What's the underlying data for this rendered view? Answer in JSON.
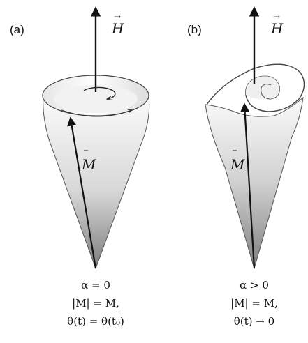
{
  "panel_a": {
    "label": "(a)",
    "field_label": "H",
    "moment_label": "M",
    "conditions": [
      "α = 0",
      "|M| = M,",
      "θ(t) = θ(t₀)"
    ]
  },
  "panel_b": {
    "label": "(b)",
    "field_label": "H",
    "moment_label": "M",
    "conditions": [
      "α > 0",
      "|M| = M,",
      "θ(t) → 0"
    ]
  },
  "colors": {
    "ink": "#111111",
    "cone_light": "#f4f4f4",
    "cone_dark": "#8c8c8c",
    "cone_edge": "#555555"
  }
}
